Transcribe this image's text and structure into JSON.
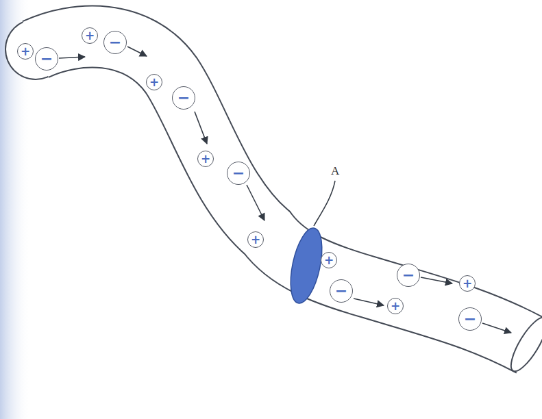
{
  "diagram": {
    "nodes": [
      {
        "text": [
          "+"
        ]
      },
      {
        "text": [
          "−"
        ]
      },
      {
        "text": [
          "+"
        ]
      },
      {
        "text": [
          "−"
        ]
      },
      {
        "text": [
          "+"
        ]
      },
      {
        "text": [
          "−"
        ]
      },
      {
        "text": [
          "+"
        ]
      },
      {
        "text": [
          "−"
        ]
      },
      {
        "text": [
          "+"
        ]
      },
      {
        "text": [
          "+"
        ]
      },
      {
        "text": [
          "−"
        ]
      },
      {
        "text": [
          "+"
        ]
      },
      {
        "text": [
          "−"
        ]
      },
      {
        "text": [
          "+"
        ]
      },
      {
        "text": [
          "−"
        ]
      }
    ],
    "labels": [
      "A"
    ]
  }
}
